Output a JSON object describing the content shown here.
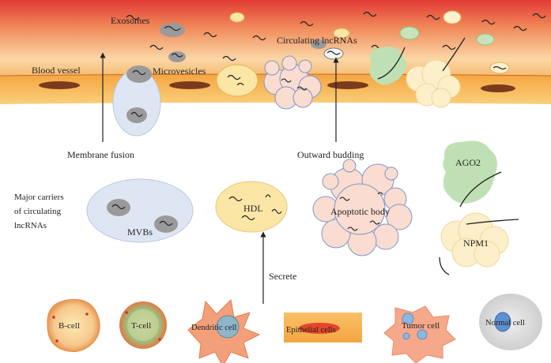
{
  "labels": {
    "exosomes": "Exosomes",
    "circulating_lncrnas": "Circulating lncRNAs",
    "blood_vessel": "Blood vessel",
    "microvesicles": "Microvesicles",
    "membrane_fusion": "Membrane fusion",
    "outward_budding": "Outward budding",
    "major_carriers_line1": "Major carriers",
    "major_carriers_line2": "of circulating",
    "major_carriers_line3": "lncRNAs",
    "mvbs": "MVBs",
    "hdl": "HDL",
    "apoptotic_body": "Apoptotic body",
    "ago2": "AGO2",
    "npm1": "NPM1",
    "secrete": "Secrete"
  },
  "cells": {
    "b_cell": "B-cell",
    "t_cell": "T-cell",
    "dendritic_cell": "Dendritic cell",
    "epithelial_cells": "Epithelial cells",
    "tumor_cell": "Tumor cell",
    "normal_cell": "Normal cell"
  },
  "colors": {
    "vessel_red": "#e8453c",
    "vessel_orange": "#f5b66a",
    "endothelium_yellow": "#f7d873",
    "exosome_gray": "#9a9a9a",
    "mvb_blue": "#dfe6f3",
    "hdl_yellow": "#fbe6a6",
    "apoptotic_peach": "#fadcd0",
    "ago2_green": "#bfe0b4",
    "npm1_yellow": "#fcefc9"
  }
}
